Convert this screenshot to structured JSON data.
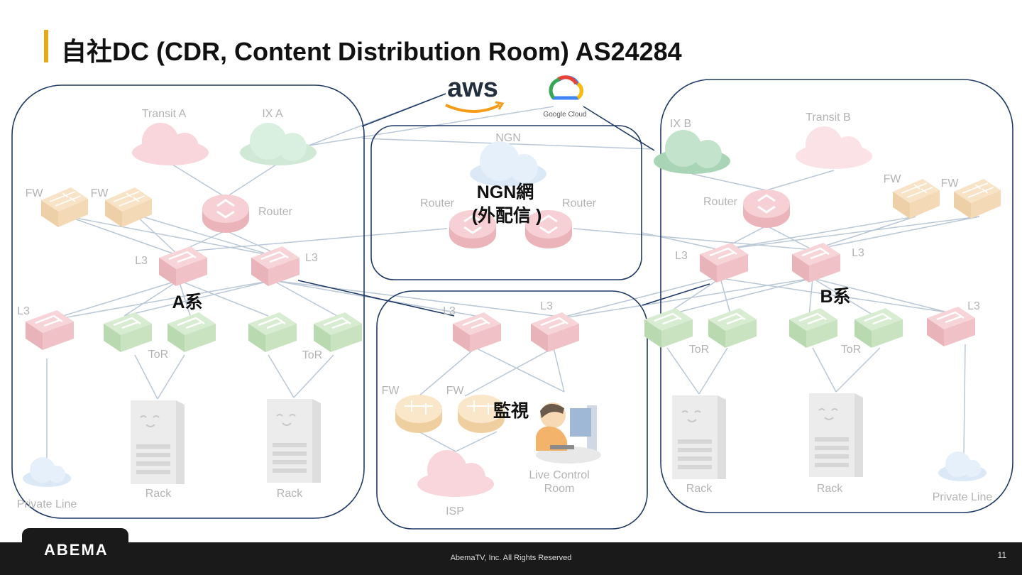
{
  "title": "自社DC (CDR, Content Distribution Room) AS24284",
  "clouds": {
    "aws": "aws",
    "gcp": "Google Cloud"
  },
  "labels": {
    "transit_a": "Transit A",
    "ix_a": "IX A",
    "ngn": "NGN",
    "ix_b": "IX B",
    "transit_b": "Transit B",
    "fw": "FW",
    "router": "Router",
    "l3": "L3",
    "tor": "ToR",
    "rack": "Rack",
    "private_line": "Private Line",
    "isp": "ISP",
    "live_control_room_1": "Live Control",
    "live_control_room_2": "Room"
  },
  "overlays": {
    "a_kei": "A系",
    "b_kei": "B系",
    "ngn_mou_1": "NGN網",
    "ngn_mou_2": "(外配信 )",
    "kanshi": "監視"
  },
  "footer": {
    "logo": "ABEMA",
    "copyright": "AbemaTV, Inc. All Rights Reserved",
    "page": "11"
  },
  "colors": {
    "accent_bar": "#e2a91b",
    "zone_border": "#1f3a66",
    "link": "#b9c7d6",
    "router": "#f2c4c8",
    "l3_pink": "#f2c7cc",
    "tor_green": "#cde5c7",
    "fw_tan": "#f6dcb6",
    "footer": "#1a1a1a"
  }
}
